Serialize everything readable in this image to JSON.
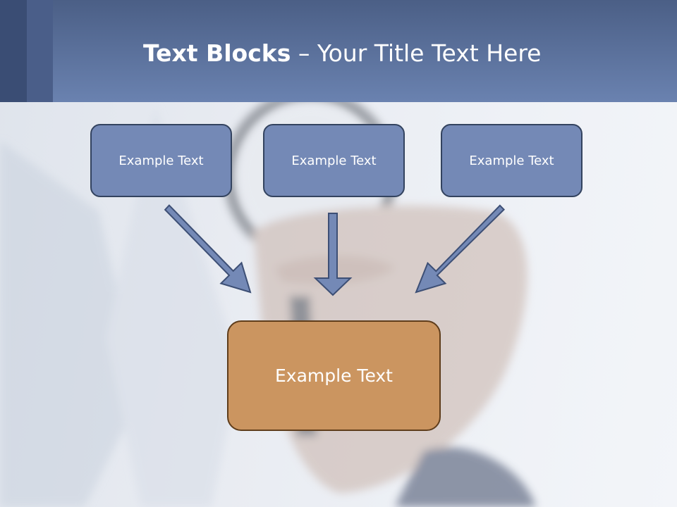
{
  "slide": {
    "title_bold": "Text Blocks",
    "title_dash": " – ",
    "title_rest": "Your Title Text Here"
  },
  "boxes": {
    "top": [
      {
        "label": "Example Text"
      },
      {
        "label": "Example Text"
      },
      {
        "label": "Example Text"
      }
    ],
    "bottom": {
      "label": "Example Text"
    }
  },
  "colors": {
    "header": "#6a82b0",
    "top_box_fill": "#7489b6",
    "bottom_box_fill": "#cb9560",
    "arrow_fill": "#7489b6"
  }
}
